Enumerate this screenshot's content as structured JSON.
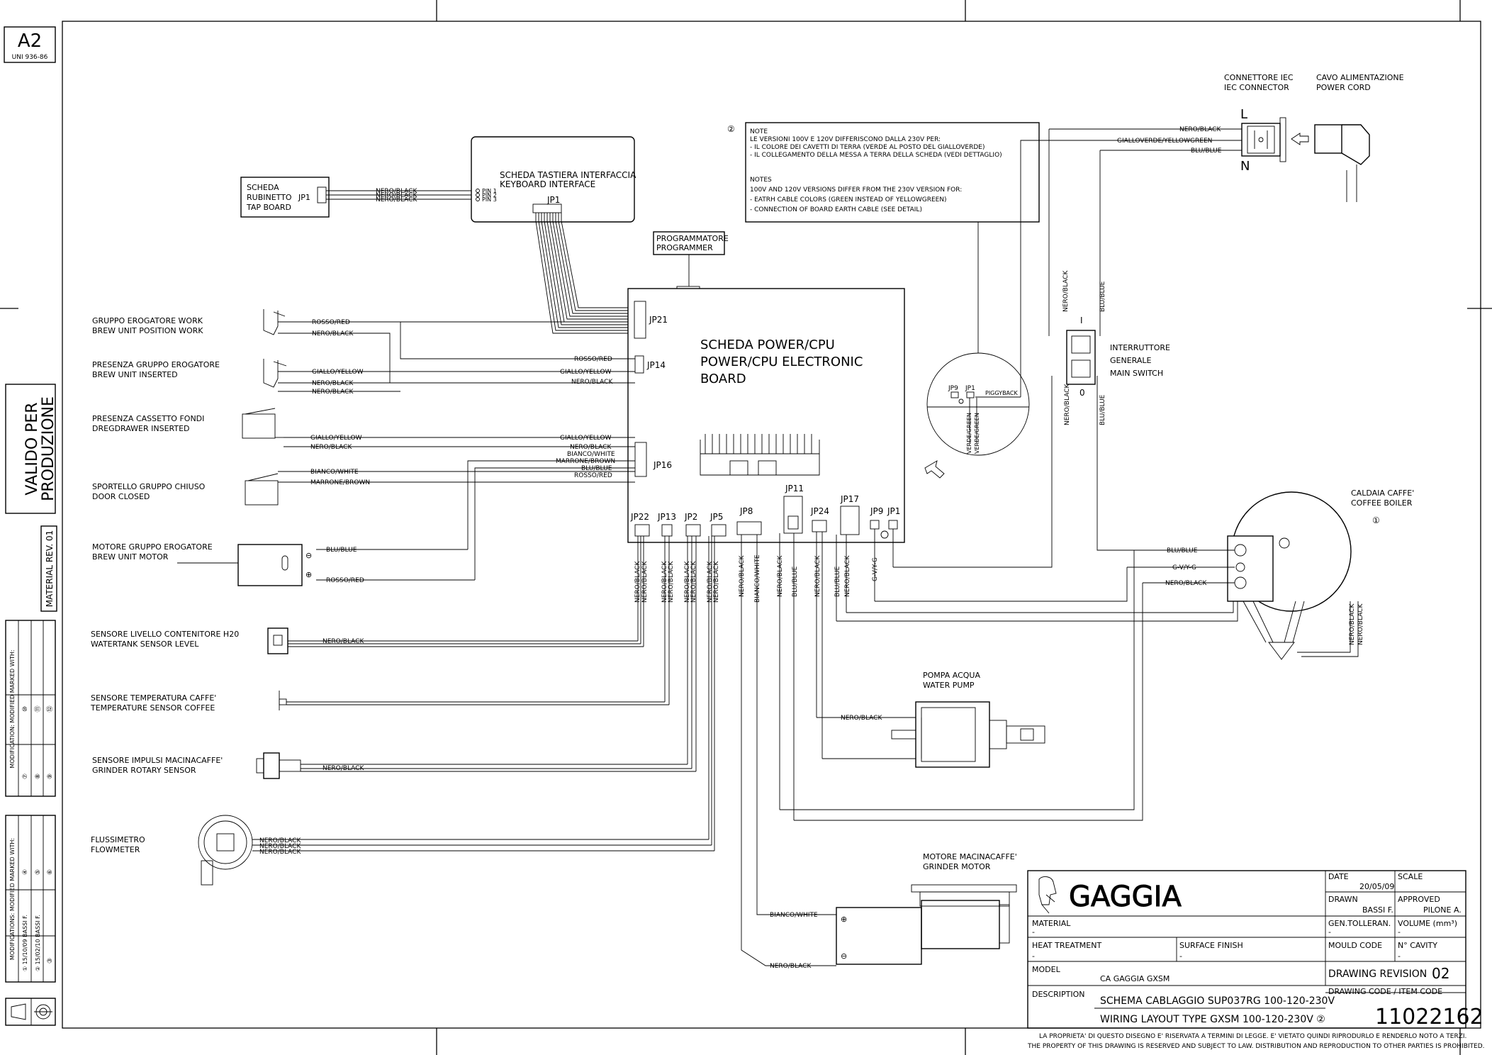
{
  "sheet": {
    "format": "A2",
    "format_std": "UNI 936-86",
    "valid_label": "VALIDO PER\nPRODUZIONE",
    "material_rev": "MATERIAL REV. 01",
    "mod_table_1": {
      "title": "MODIFICATION: MODIFIED MARKED WITH:",
      "rows": [
        "⑦",
        "⑧",
        "⑨",
        "⑩",
        "⑪",
        "⑫"
      ]
    },
    "mod_table_2": {
      "title": "MODIFICATIONS: MODIFIED MARKED WITH:",
      "rows": [
        "① 15/10/09 BASSI F.",
        "② 15/02/10 BASSI F.",
        "③",
        "④",
        "⑤",
        "⑥"
      ]
    }
  },
  "note": {
    "marker": "②",
    "lines": [
      "NOTE",
      "LE VERSIONI 100V E 120V DIFFERISCONO DALLA 230V PER:",
      "- IL COLORE DEI CAVETTI DI TERRA (VERDE AL POSTO DEL GIALLOVERDE)",
      "- IL COLLEGAMENTO DELLA MESSA A TERRA DELLA SCHEDA (VEDI DETTAGLIO)",
      "",
      "NOTES",
      "100V AND 120V VERSIONS DIFFER FROM THE 230V VERSION FOR:",
      "- EATRH CABLE COLORS (GREEN INSTEAD OF YELLOWGREEN)",
      "- CONNECTION OF BOARD EARTH CABLE (SEE DETAIL)"
    ]
  },
  "boards": {
    "tap_board": [
      "SCHEDA",
      "RUBINETTO",
      "TAP BOARD"
    ],
    "tap_jp": "JP1",
    "keyboard": [
      "SCHEDA TASTIERA INTERFACCIA",
      "KEYBOARD INTERFACE"
    ],
    "keyboard_jp": "JP1",
    "pins": [
      "PIN 1",
      "PIN 2",
      "PIN 3"
    ],
    "programmer": [
      "PROGRAMMATORE",
      "PROGRAMMER"
    ],
    "power": [
      "SCHEDA POWER/CPU",
      "POWER/CPU ELECTRONIC",
      "BOARD"
    ],
    "connectors": {
      "jp21": "JP21",
      "jp14": "JP14",
      "jp16": "JP16",
      "jp22": "JP22",
      "jp13": "JP13",
      "jp2": "JP2",
      "jp5": "JP5",
      "jp8": "JP8",
      "jp11": "JP11",
      "jp24": "JP24",
      "jp17": "JP17",
      "jp9": "JP9",
      "jp1": "JP1"
    },
    "detail": {
      "jp9": "JP9",
      "jp1": "JP1",
      "piggyback": "PIGGYBACK",
      "v1": "VERDE/GREEN",
      "v2": "VERDE/GREEN"
    }
  },
  "components": {
    "brew_work": [
      "GRUPPO EROGATORE WORK",
      "BREW UNIT POSITION WORK"
    ],
    "brew_inserted": [
      "PRESENZA GRUPPO EROGATORE",
      "BREW UNIT INSERTED"
    ],
    "dregdrawer": [
      "PRESENZA CASSETTO FONDI",
      "DREGDRAWER INSERTED"
    ],
    "door": [
      "SPORTELLO GRUPPO CHIUSO",
      "DOOR CLOSED"
    ],
    "brew_motor": [
      "MOTORE GRUPPO EROGATORE",
      "BREW UNIT MOTOR"
    ],
    "water_sensor": [
      "SENSORE LIVELLO CONTENITORE H20",
      "WATERTANK SENSOR LEVEL"
    ],
    "temp_sensor": [
      "SENSORE TEMPERATURA CAFFE'",
      "TEMPERATURE SENSOR COFFEE"
    ],
    "grinder_sensor": [
      "SENSORE IMPULSI MACINACAFFE'",
      "GRINDER ROTARY SENSOR"
    ],
    "flowmeter": [
      "FLUSSIMETRO",
      "FLOWMETER"
    ],
    "iec": [
      "CONNETTORE IEC",
      "IEC CONNECTOR"
    ],
    "power_cord": [
      "CAVO ALIMENTAZIONE",
      "POWER CORD"
    ],
    "main_switch": [
      "INTERRUTTORE",
      "GENERALE",
      "MAIN SWITCH"
    ],
    "boiler": [
      "CALDAIA CAFFE'",
      "COFFEE BOILER"
    ],
    "boiler_marker": "①",
    "pump": [
      "POMPA ACQUA",
      "WATER PUMP"
    ],
    "grinder_motor": [
      "MOTORE MACINACAFFE'",
      "GRINDER MOTOR"
    ],
    "iec_L": "L",
    "iec_N": "N",
    "switch_I": "I",
    "switch_O": "0"
  },
  "wires": {
    "nero": "NERO/BLACK",
    "rosso": "ROSSO/RED",
    "giallo": "GIALLO/YELLOW",
    "bianco": "BIANCO/WHITE",
    "marrone": "MARRONE/BROWN",
    "blu": "BLU/BLUE",
    "gv": "GIALLOVERDE/YELLOWGREEN",
    "gvyg": "G-V/Y-G"
  },
  "title_block": {
    "brand": "GAGGIA",
    "date_label": "DATE",
    "date": "20/05/09",
    "scale_label": "SCALE",
    "drawn_label": "DRAWN",
    "drawn": "BASSI F.",
    "approved_label": "APPROVED",
    "approved": "PILONE A.",
    "material_label": "MATERIAL",
    "gentol_label": "GEN.TOLLERAN.",
    "volume_label": "VOLUME (mm³)",
    "heat_label": "HEAT TREATMENT",
    "surface_label": "SURFACE FINISH",
    "mould_label": "MOULD CODE",
    "cavity_label": "N° CAVITY",
    "model_label": "MODEL",
    "model": "CA GAGGIA GXSM",
    "revision_label": "DRAWING REVISION",
    "revision": "02",
    "description_label": "DESCRIPTION",
    "desc1": "SCHEMA CABLAGGIO SUP037RG 100-120-230V",
    "desc2": "WIRING LAYOUT TYPE GXSM 100-120-230V  ②",
    "code_label": "DRAWING CODE / ITEM CODE",
    "code": "11022162",
    "dash": "-",
    "footer1": "LA PROPRIETA' DI QUESTO DISEGNO E' RISERVATA A TERMINI DI LEGGE. E' VIETATO QUINDI RIPRODURLO E RENDERLO NOTO A TERZI.",
    "footer2": "THE PROPERTY OF THIS DRAWING IS RESERVED AND SUBJECT TO LAW. DISTRIBUTION AND REPRODUCTION TO OTHER PARTIES IS PROHIBITED."
  }
}
